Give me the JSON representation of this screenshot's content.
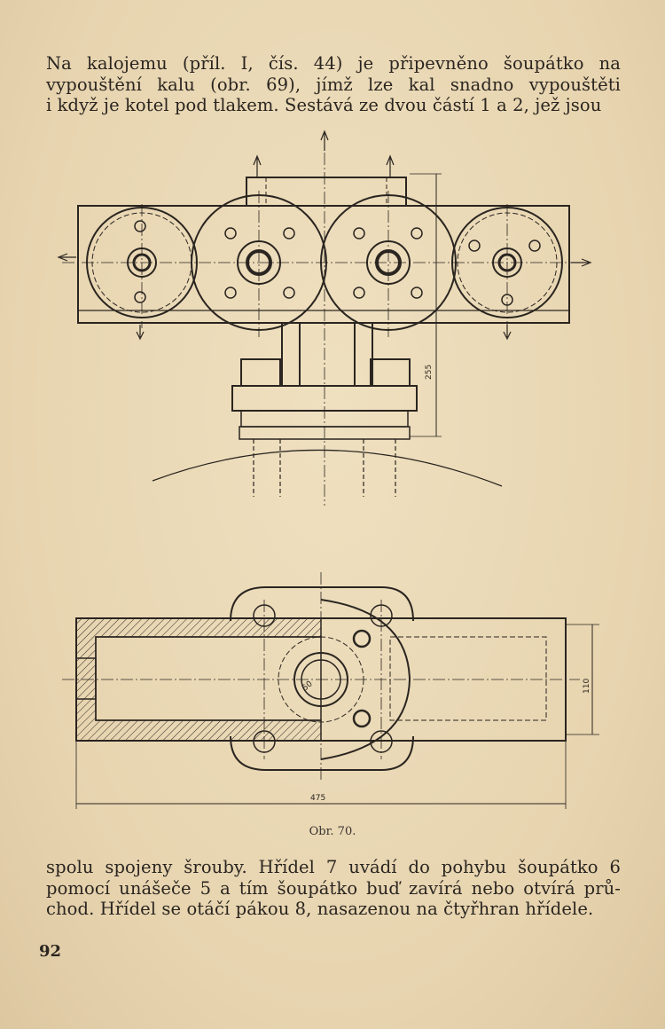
{
  "text_top": [
    "Na kalojemu (příl. I, čís. 44) je připevněno šoupátko na",
    "vypouštění kalu (obr. 69), jímž lze kal snadno vypouštěti",
    "i když je kotel pod tlakem. Sestává ze dvou částí 1 a 2, jež jsou"
  ],
  "figure": {
    "dim_height_top": "255",
    "dim_height_bottom": "110",
    "dim_length": "475",
    "dim_radius": "50"
  },
  "caption": "Obr. 70.",
  "text_bottom": [
    "spolu spojeny šrouby. Hřídel 7 uvádí do pohybu šoupátko 6",
    "pomocí unášeče 5 a tím šoupátko buď zavírá nebo otvírá prů-",
    "chod. Hřídel se otáčí pákou 8, nasazenou na čtyřhran hřídele."
  ],
  "page_number": "92"
}
